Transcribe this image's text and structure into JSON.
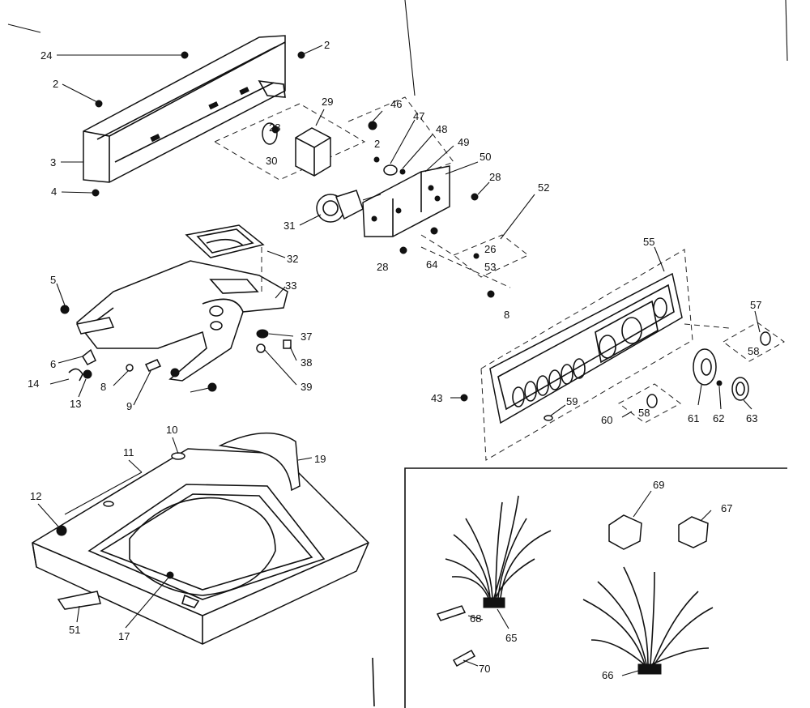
{
  "diagram": {
    "labels": [
      "24",
      "2",
      "2",
      "3",
      "4",
      "29",
      "28",
      "30",
      "46",
      "47",
      "48",
      "2",
      "49",
      "50",
      "28",
      "31",
      "32",
      "52",
      "26",
      "53",
      "28",
      "64",
      "8",
      "33",
      "5",
      "37",
      "38",
      "39",
      "6",
      "14",
      "13",
      "8",
      "9",
      "55",
      "57",
      "58",
      "43",
      "59",
      "60",
      "58",
      "61",
      "62",
      "63",
      "10",
      "11",
      "19",
      "12",
      "51",
      "17",
      "69",
      "67",
      "68",
      "65",
      "70",
      "66"
    ]
  },
  "colors": {
    "ink": "#111111",
    "paper": "#ffffff"
  }
}
